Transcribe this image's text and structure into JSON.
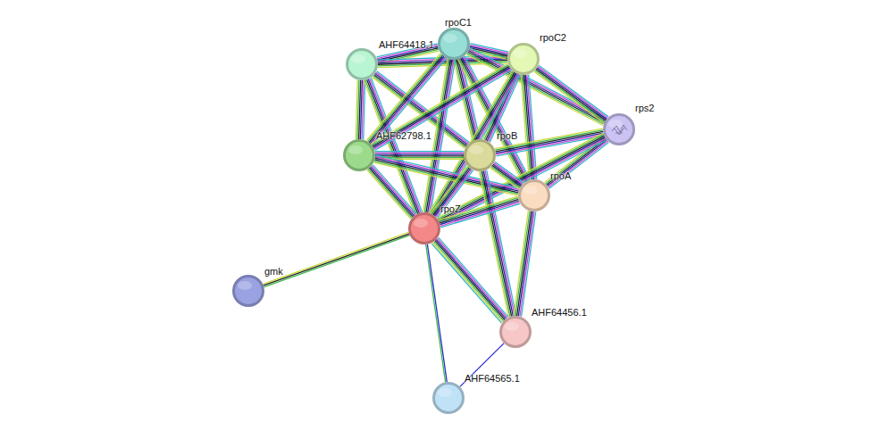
{
  "diagram": {
    "nodes": [
      {
        "text": [
          "AHF64418.1"
        ]
      },
      {
        "text": [
          "rpoC1"
        ]
      },
      {
        "text": [
          "rpoC2"
        ]
      },
      {
        "text": [
          "rps2"
        ]
      },
      {
        "text": [
          "AHF62798.1"
        ]
      },
      {
        "text": [
          "rpoB"
        ]
      },
      {
        "text": [
          "rpoA"
        ]
      },
      {
        "text": [
          "rpoZ"
        ]
      },
      {
        "text": [
          "gmk"
        ]
      },
      {
        "text": [
          "AHF64456.1"
        ]
      },
      {
        "text": [
          "AHF64565.1"
        ]
      }
    ],
    "edges": [
      {
        "from": 0,
        "to": 1,
        "arrow": "none"
      },
      {
        "from": 0,
        "to": 2,
        "arrow": "none"
      },
      {
        "from": 0,
        "to": 4,
        "arrow": "none"
      },
      {
        "from": 0,
        "to": 5,
        "arrow": "none"
      },
      {
        "from": 0,
        "to": 7,
        "arrow": "none"
      },
      {
        "from": 1,
        "to": 2,
        "arrow": "none"
      },
      {
        "from": 1,
        "to": 3,
        "arrow": "none"
      },
      {
        "from": 1,
        "to": 4,
        "arrow": "none"
      },
      {
        "from": 1,
        "to": 5,
        "arrow": "none"
      },
      {
        "from": 1,
        "to": 6,
        "arrow": "none"
      },
      {
        "from": 1,
        "to": 7,
        "arrow": "none"
      },
      {
        "from": 2,
        "to": 3,
        "arrow": "none"
      },
      {
        "from": 2,
        "to": 4,
        "arrow": "none"
      },
      {
        "from": 2,
        "to": 5,
        "arrow": "none"
      },
      {
        "from": 2,
        "to": 6,
        "arrow": "none"
      },
      {
        "from": 2,
        "to": 7,
        "arrow": "none"
      },
      {
        "from": 3,
        "to": 5,
        "arrow": "none"
      },
      {
        "from": 3,
        "to": 6,
        "arrow": "none"
      },
      {
        "from": 3,
        "to": 7,
        "arrow": "none"
      },
      {
        "from": 4,
        "to": 5,
        "arrow": "none"
      },
      {
        "from": 4,
        "to": 6,
        "arrow": "none"
      },
      {
        "from": 4,
        "to": 7,
        "arrow": "none"
      },
      {
        "from": 5,
        "to": 6,
        "arrow": "none"
      },
      {
        "from": 5,
        "to": 7,
        "arrow": "none"
      },
      {
        "from": 5,
        "to": 9,
        "arrow": "none"
      },
      {
        "from": 6,
        "to": 7,
        "arrow": "none"
      },
      {
        "from": 6,
        "to": 9,
        "arrow": "none"
      },
      {
        "from": 7,
        "to": 8,
        "arrow": "none"
      },
      {
        "from": 7,
        "to": 9,
        "arrow": "none"
      },
      {
        "from": 7,
        "to": 10,
        "arrow": "none"
      },
      {
        "from": 9,
        "to": 10,
        "arrow": "none"
      }
    ]
  }
}
